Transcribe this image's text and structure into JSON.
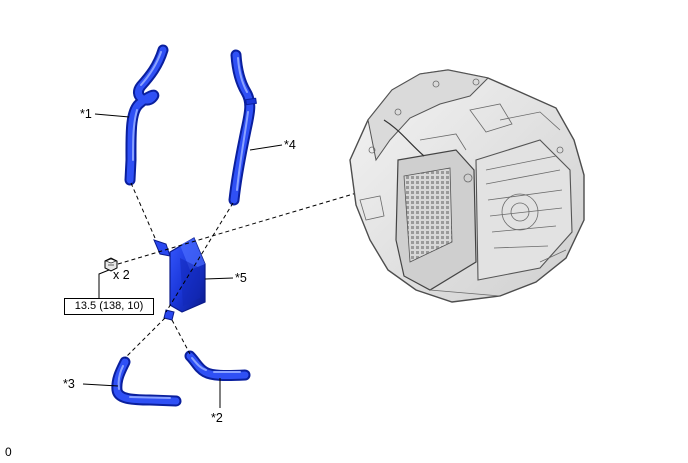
{
  "callouts": {
    "part1": "*1",
    "part2": "*2",
    "part3": "*3",
    "part4": "*4",
    "part5": "*5"
  },
  "bolt": {
    "quantity": "x 2",
    "torque": "13.5 (138, 10)"
  },
  "figure_id": "0",
  "colors": {
    "hose": "#1f3fe0",
    "hose_dark": "#0a1f9e",
    "hose_light": "#5f7cff",
    "transaxle_body": "#e6e6e6",
    "transaxle_line": "#555555",
    "leader": "#000000"
  }
}
